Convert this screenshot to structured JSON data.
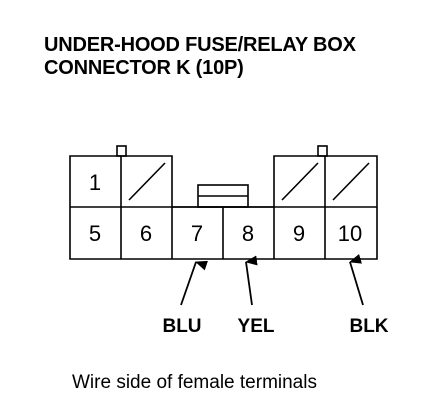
{
  "title": {
    "line1": "UNDER-HOOD FUSE/RELAY BOX",
    "line2": "CONNECTOR K (10P)"
  },
  "connector": {
    "top_terminals": [
      "1"
    ],
    "bottom_terminals": [
      "5",
      "6",
      "7",
      "8",
      "9",
      "10"
    ]
  },
  "wires": [
    {
      "terminal": "7",
      "color": "BLU"
    },
    {
      "terminal": "8",
      "color": "YEL"
    },
    {
      "terminal": "10",
      "color": "BLK"
    }
  ],
  "caption": "Wire side of female terminals"
}
